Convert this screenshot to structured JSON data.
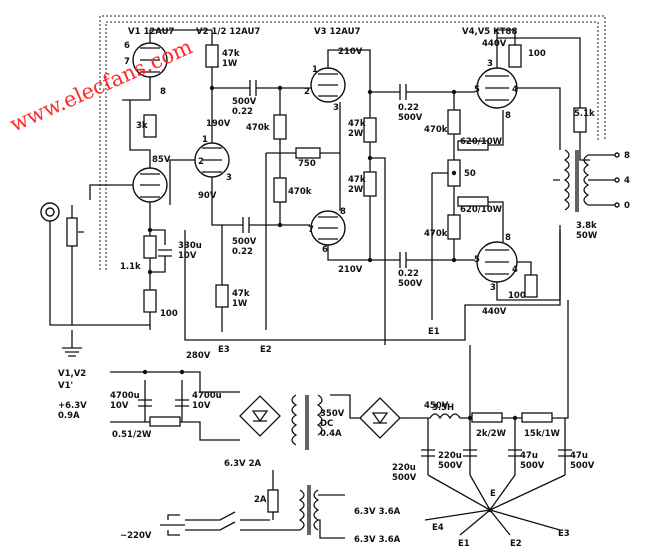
{
  "watermark": "www.elecfans.com",
  "tubes": {
    "v1": "V1  12AU7",
    "v2": "V2  1/2  12AU7",
    "v3": "V3  12AU7",
    "v45": "V4,V5  KT88"
  },
  "pins": [
    "6",
    "7",
    "8",
    "1",
    "2",
    "3",
    "1",
    "2",
    "3",
    "8",
    "7",
    "6",
    "3",
    "4",
    "5",
    "8",
    "5",
    "4",
    "3",
    "8"
  ],
  "resistors": [
    "47k\n1W",
    "3k",
    "1.1k",
    "100",
    "47k\n1W",
    "470k",
    "750",
    "470k",
    "47k\n2W",
    "47k\n2W",
    "470k",
    "620/10W",
    "50",
    "620/10W",
    "470k",
    "100",
    "100",
    "5.1k",
    "2k/2W",
    "15k/1W",
    "0.51/2W"
  ],
  "capacitors": [
    "500V\n0.22",
    "330u\n10V",
    "500V\n0.22",
    "0.22\n500V",
    "0.22\n500V",
    "4700u\n10V",
    "4700u\n10V",
    "220u\n500V",
    "220u\n500V",
    "47u\n500V",
    "47u\n500V"
  ],
  "voltages": [
    "85V",
    "190V",
    "90V",
    "210V",
    "210V",
    "440V",
    "440V",
    "280V",
    "450V",
    "350V\nDC\n0.4A"
  ],
  "nodes": [
    "E1",
    "E2",
    "E3",
    "E4",
    "E",
    "E1",
    "E2",
    "E3"
  ],
  "supply": {
    "v12": "V1,V2",
    "v1p": "V1'",
    "heater": "+6.3V\n0.9A",
    "heater_tap": "6.3V  2A",
    "heater2": "6.3V  3.6A",
    "heater3": "6.3V  3.6A",
    "mains": "~220V",
    "fuse": "2A",
    "choke": "3.5H"
  },
  "output": {
    "taps": [
      "8",
      "4",
      "0"
    ],
    "transformer": "3.8k\n50W"
  }
}
